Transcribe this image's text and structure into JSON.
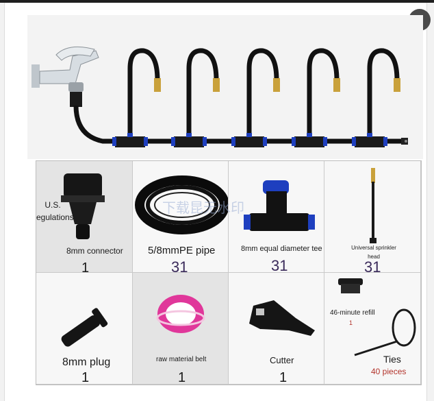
{
  "ui": {
    "translate_button": "A"
  },
  "watermark": "下载昆无水印",
  "items": [
    {
      "name": "8mm connector",
      "qty": "1",
      "extra": "U.S. regulations"
    },
    {
      "name": "5/8mmPE pipe",
      "qty": "31"
    },
    {
      "name": "8mm equal diameter tee",
      "qty": "31"
    },
    {
      "name": "Universal sprinkler head",
      "qty": "31"
    },
    {
      "name": "8mm plug",
      "qty": "1"
    },
    {
      "name": "raw material belt",
      "qty": "1"
    },
    {
      "name": "Cutter",
      "qty": "1"
    },
    {
      "name": "46-minute refill",
      "qty": "1",
      "extra": "Ties",
      "extra_qty": "40 pieces"
    }
  ],
  "colors": {
    "tube": "#111111",
    "brass": "#c9a13b",
    "blue_ring": "#1e3fbf",
    "tape_pink": "#e0379a"
  }
}
